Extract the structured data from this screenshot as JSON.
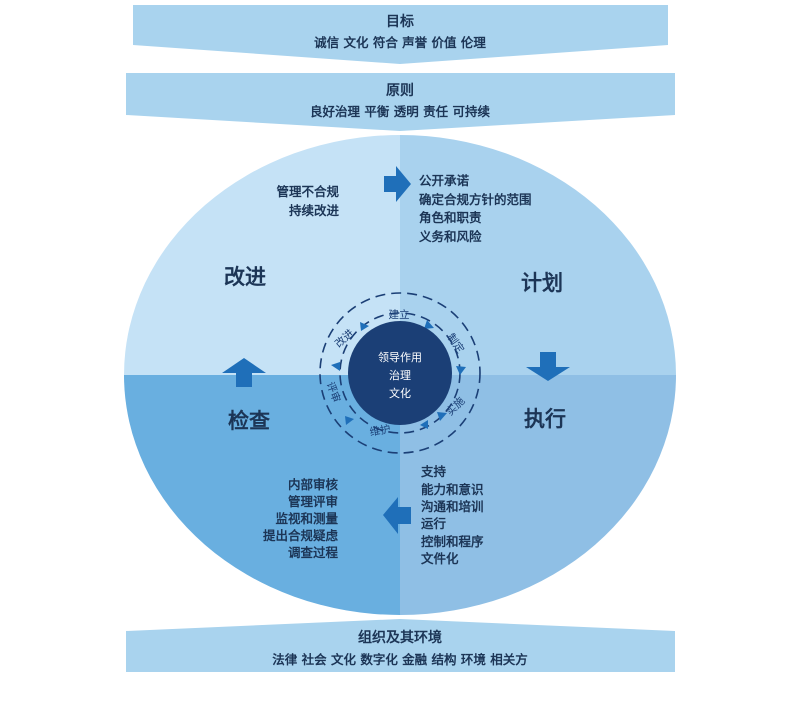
{
  "colors": {
    "banner": "#a9d3ee",
    "q_tl": "#c5e2f6",
    "q_tr": "#a9d2ee",
    "q_bl": "#69afe0",
    "q_br": "#8fbfe5",
    "center": "#1b3f76",
    "arrow": "#1f6fb9",
    "text": "#1c3556"
  },
  "top_banner": {
    "title": "目标",
    "items": "诚信 文化 符合 声誉 价值 伦理"
  },
  "principle_banner": {
    "title": "原则",
    "items": "良好治理 平衡 透明 责任 可持续"
  },
  "bottom_banner": {
    "title": "组织及其环境",
    "items": "法律 社会 文化 数字化 金融 结构 环境 相关方"
  },
  "quadrants": {
    "improve": {
      "label": "改进",
      "items": [
        "管理不合规",
        "持续改进"
      ]
    },
    "plan": {
      "label": "计划",
      "items": [
        "公开承诺",
        "确定合规方针的范围",
        "角色和职责",
        "义务和风险"
      ]
    },
    "check": {
      "label": "检查",
      "items": [
        "内部审核",
        "管理评审",
        "监视和测量",
        "提出合规疑虑",
        "调查过程"
      ]
    },
    "execute": {
      "label": "执行",
      "items": [
        "支持",
        "能力和意识",
        "沟通和培训",
        "运行",
        "控制和程序",
        "文件化"
      ]
    }
  },
  "center": {
    "lines": [
      "领导作用",
      "治理",
      "文化"
    ],
    "ring_labels": [
      "建立",
      "制定",
      "实施",
      "维护",
      "评审",
      "改进"
    ]
  }
}
